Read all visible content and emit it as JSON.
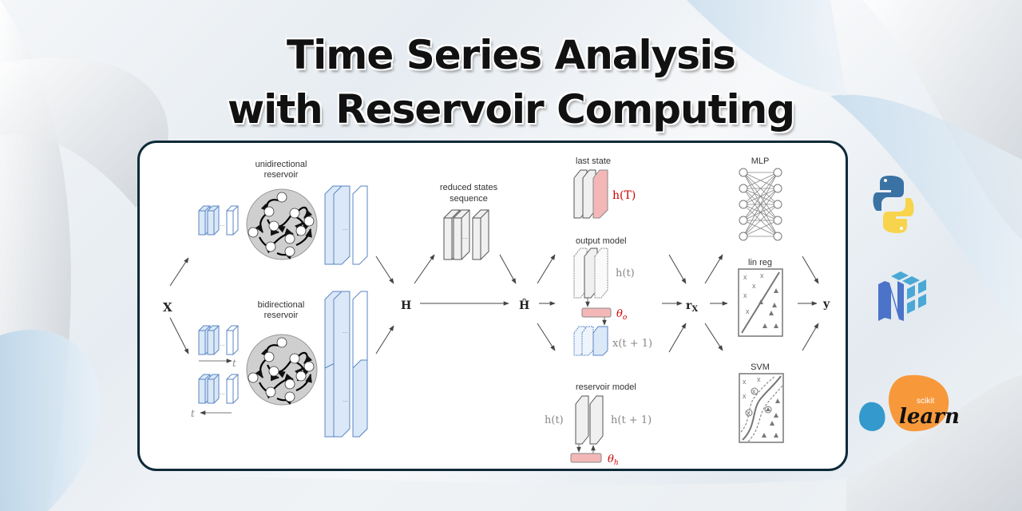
{
  "title": {
    "line1": "Time Series Analysis",
    "line2": "with Reservoir Computing"
  },
  "diagram": {
    "input": "X",
    "unidirectional_label": [
      "unidirectional",
      "reservoir"
    ],
    "bidirectional_label": [
      "bidirectional",
      "reservoir"
    ],
    "time_symbol": "t",
    "ellipsis": "...",
    "states": "H",
    "reduced_label": [
      "reduced states",
      "sequence"
    ],
    "reduced_states": "Ĥ",
    "last_state_label": "last state",
    "last_state_math": "h(T)",
    "output_model_label": "output model",
    "output_model_h": "h(t)",
    "output_model_theta": "θ",
    "output_model_theta_sub": "o",
    "output_model_x": "x(t + 1)",
    "reservoir_model_label": "reservoir model",
    "reservoir_model_h": "h(t)",
    "reservoir_model_h1": "h(t + 1)",
    "reservoir_model_theta": "θ",
    "reservoir_model_theta_sub": "h",
    "representation": "r",
    "representation_sub": "X",
    "mlp_label": "MLP",
    "linreg_label": "lin reg",
    "svm_label": "SVM",
    "output": "y",
    "marker_cross": "x"
  },
  "logos": {
    "python": "python-logo",
    "numpy": "numpy-logo",
    "sklearn_small": "scikit",
    "sklearn_big": "learn"
  },
  "colors": {
    "panel_border": "#0e2a38",
    "state_blue_fill": "#dbe8f7",
    "state_blue_stroke": "#5a86c4",
    "state_gray_fill": "#f0f0f0",
    "state_gray_stroke": "#555555",
    "highlight_red": "#f4b7b7",
    "math_red": "#cc0000",
    "python_blue": "#3a72a4",
    "python_yellow": "#f8d44c",
    "numpy_blue": "#4b73c9",
    "numpy_cyan": "#4aa8d6",
    "sklearn_orange": "#f7993b",
    "sklearn_blue": "#3499cd"
  }
}
